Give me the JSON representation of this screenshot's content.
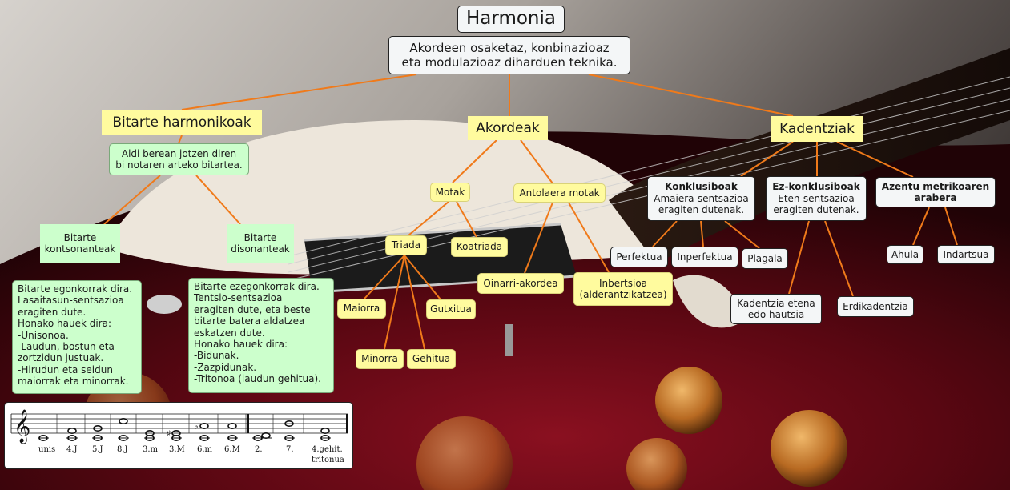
{
  "title": "Harmonia",
  "definition": "Akordeen osaketaz, konbinazioaz\neta modulazioaz diharduen teknika.",
  "branches": {
    "bitarte_harmonikoak": {
      "label": "Bitarte harmonikoak",
      "definition": "Aldi berean jotzen diren\nbi notaren arteko bitartea.",
      "kontsonanteak": {
        "label": "Bitarte\nkontsonanteak",
        "description": "Bitarte egonkorrak dira.\nLasaitasun-sentsazioa\neragiten dute.\nHonako hauek dira:\n-Unisonoa.\n-Laudun, bostun eta\n zortzidun justuak.\n-Hirudun eta seidun\n maiorrak eta minorrak."
      },
      "disonanteak": {
        "label": "Bitarte\ndisonanteak",
        "description": "Bitarte ezegonkorrak dira.\nTentsio-sentsazioa\neragiten dute, eta beste\nbitarte batera aldatzea\neskatzen dute.\nHonako hauek dira:\n-Bidunak.\n-Zazpidunak.\n-Tritonoa (laudun gehitua)."
      }
    },
    "akordeak": {
      "label": "Akordeak",
      "motak": "Motak",
      "triada": "Triada",
      "koatriada": "Koatriada",
      "maiorra": "Maiorra",
      "minorra": "Minorra",
      "gehitua": "Gehitua",
      "gutxitua": "Gutxitua",
      "antolaera_motak": "Antolaera motak",
      "oinarri_akordea": "Oinarri-akordea",
      "inbertsioa": "Inbertsioa\n(alderantzikatzea)"
    },
    "kadentziak": {
      "label": "Kadentziak",
      "konklusiboak": {
        "title": "Konklusiboak",
        "text": "Amaiera-sentsazioa\neragiten dutenak."
      },
      "perfektua": "Perfektua",
      "inperfektua": "Inperfektua",
      "plagala": "Plagala",
      "ez_konklusiboak": {
        "title": "Ez-konklusiboak",
        "text": "Eten-sentsazioa\neragiten dutenak."
      },
      "kadentzia_etena": "Kadentzia etena\nedo hautsia",
      "erdikadentzia": "Erdikadentzia",
      "azentu": {
        "title": "Azentu metrikoaren\narabera"
      },
      "ahula": "Ahula",
      "indartsua": "Indartsua"
    }
  },
  "staff_labels": [
    "unis",
    "4.J",
    "5.J",
    "8.J",
    "3.m",
    "3.M",
    "6.m",
    "6.M",
    "2.",
    "7.",
    "4.gehit.",
    "tritonua"
  ],
  "colors": {
    "connector": "#f07a1a",
    "yellow": "#fffb9e",
    "green": "#ccffcc",
    "white": "#f4f6f7"
  }
}
